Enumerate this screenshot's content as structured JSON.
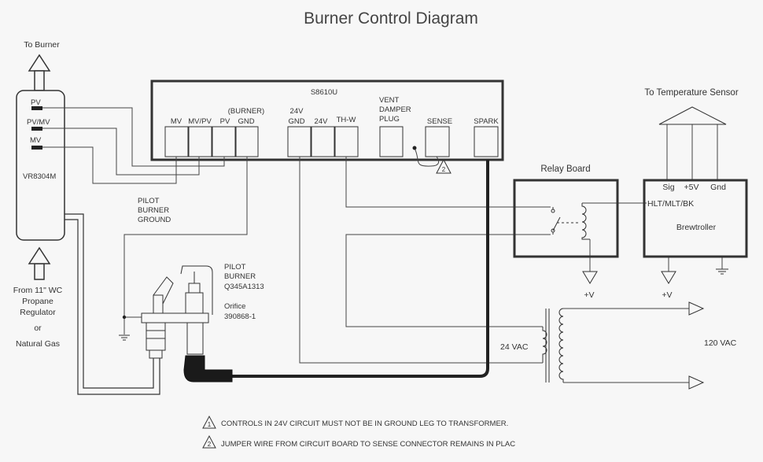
{
  "title": "Burner Control Diagram",
  "labels": {
    "to_burner": "To Burner",
    "valve_model": "VR8304M",
    "valve_pv": "PV",
    "valve_pvmv": "PV/MV",
    "valve_mv": "MV",
    "gas_source_1": "From 11\" WC",
    "gas_source_2": "Propane",
    "gas_source_3": "Regulator",
    "gas_source_or": "or",
    "gas_source_4": "Natural Gas",
    "controller_model": "S8610U",
    "term_mv": "MV",
    "term_mvpv": "MV/PV",
    "term_pv": "PV",
    "term_burner_gnd_1": "(BURNER)",
    "term_burner_gnd_2": "GND",
    "term_24vgnd_1": "24V",
    "term_24vgnd_2": "GND",
    "term_24v": "24V",
    "term_thw": "TH-W",
    "term_vent_1": "VENT",
    "term_vent_2": "DAMPER",
    "term_vent_3": "PLUG",
    "term_sense": "SENSE",
    "term_spark": "SPARK",
    "pilot_ground_1": "PILOT",
    "pilot_ground_2": "BURNER",
    "pilot_ground_3": "GROUND",
    "pilot_burner_1": "PILOT",
    "pilot_burner_2": "BURNER",
    "pilot_burner_3": "Q345A1313",
    "orifice_1": "Orifice",
    "orifice_2": "390868-1",
    "relay_board": "Relay Board",
    "relay_plus_v": "+V",
    "temp_sensor": "To Temperature Sensor",
    "sig": "Sig",
    "plus5v": "+5V",
    "gnd": "Gnd",
    "hlt": "HLT/MLT/BK",
    "brewtroller": "Brewtroller",
    "brew_plus_v": "+V",
    "vac24": "24 VAC",
    "vac120": "120 VAC",
    "note1_num": "1",
    "note1": "CONTROLS IN 24V CIRCUIT MUST NOT BE IN GROUND LEG TO TRANSFORMER.",
    "note2_num": "2",
    "note2": "JUMPER WIRE FROM CIRCUIT BOARD TO SENSE CONNECTOR REMAINS IN PLAC",
    "callout_2": "2"
  }
}
